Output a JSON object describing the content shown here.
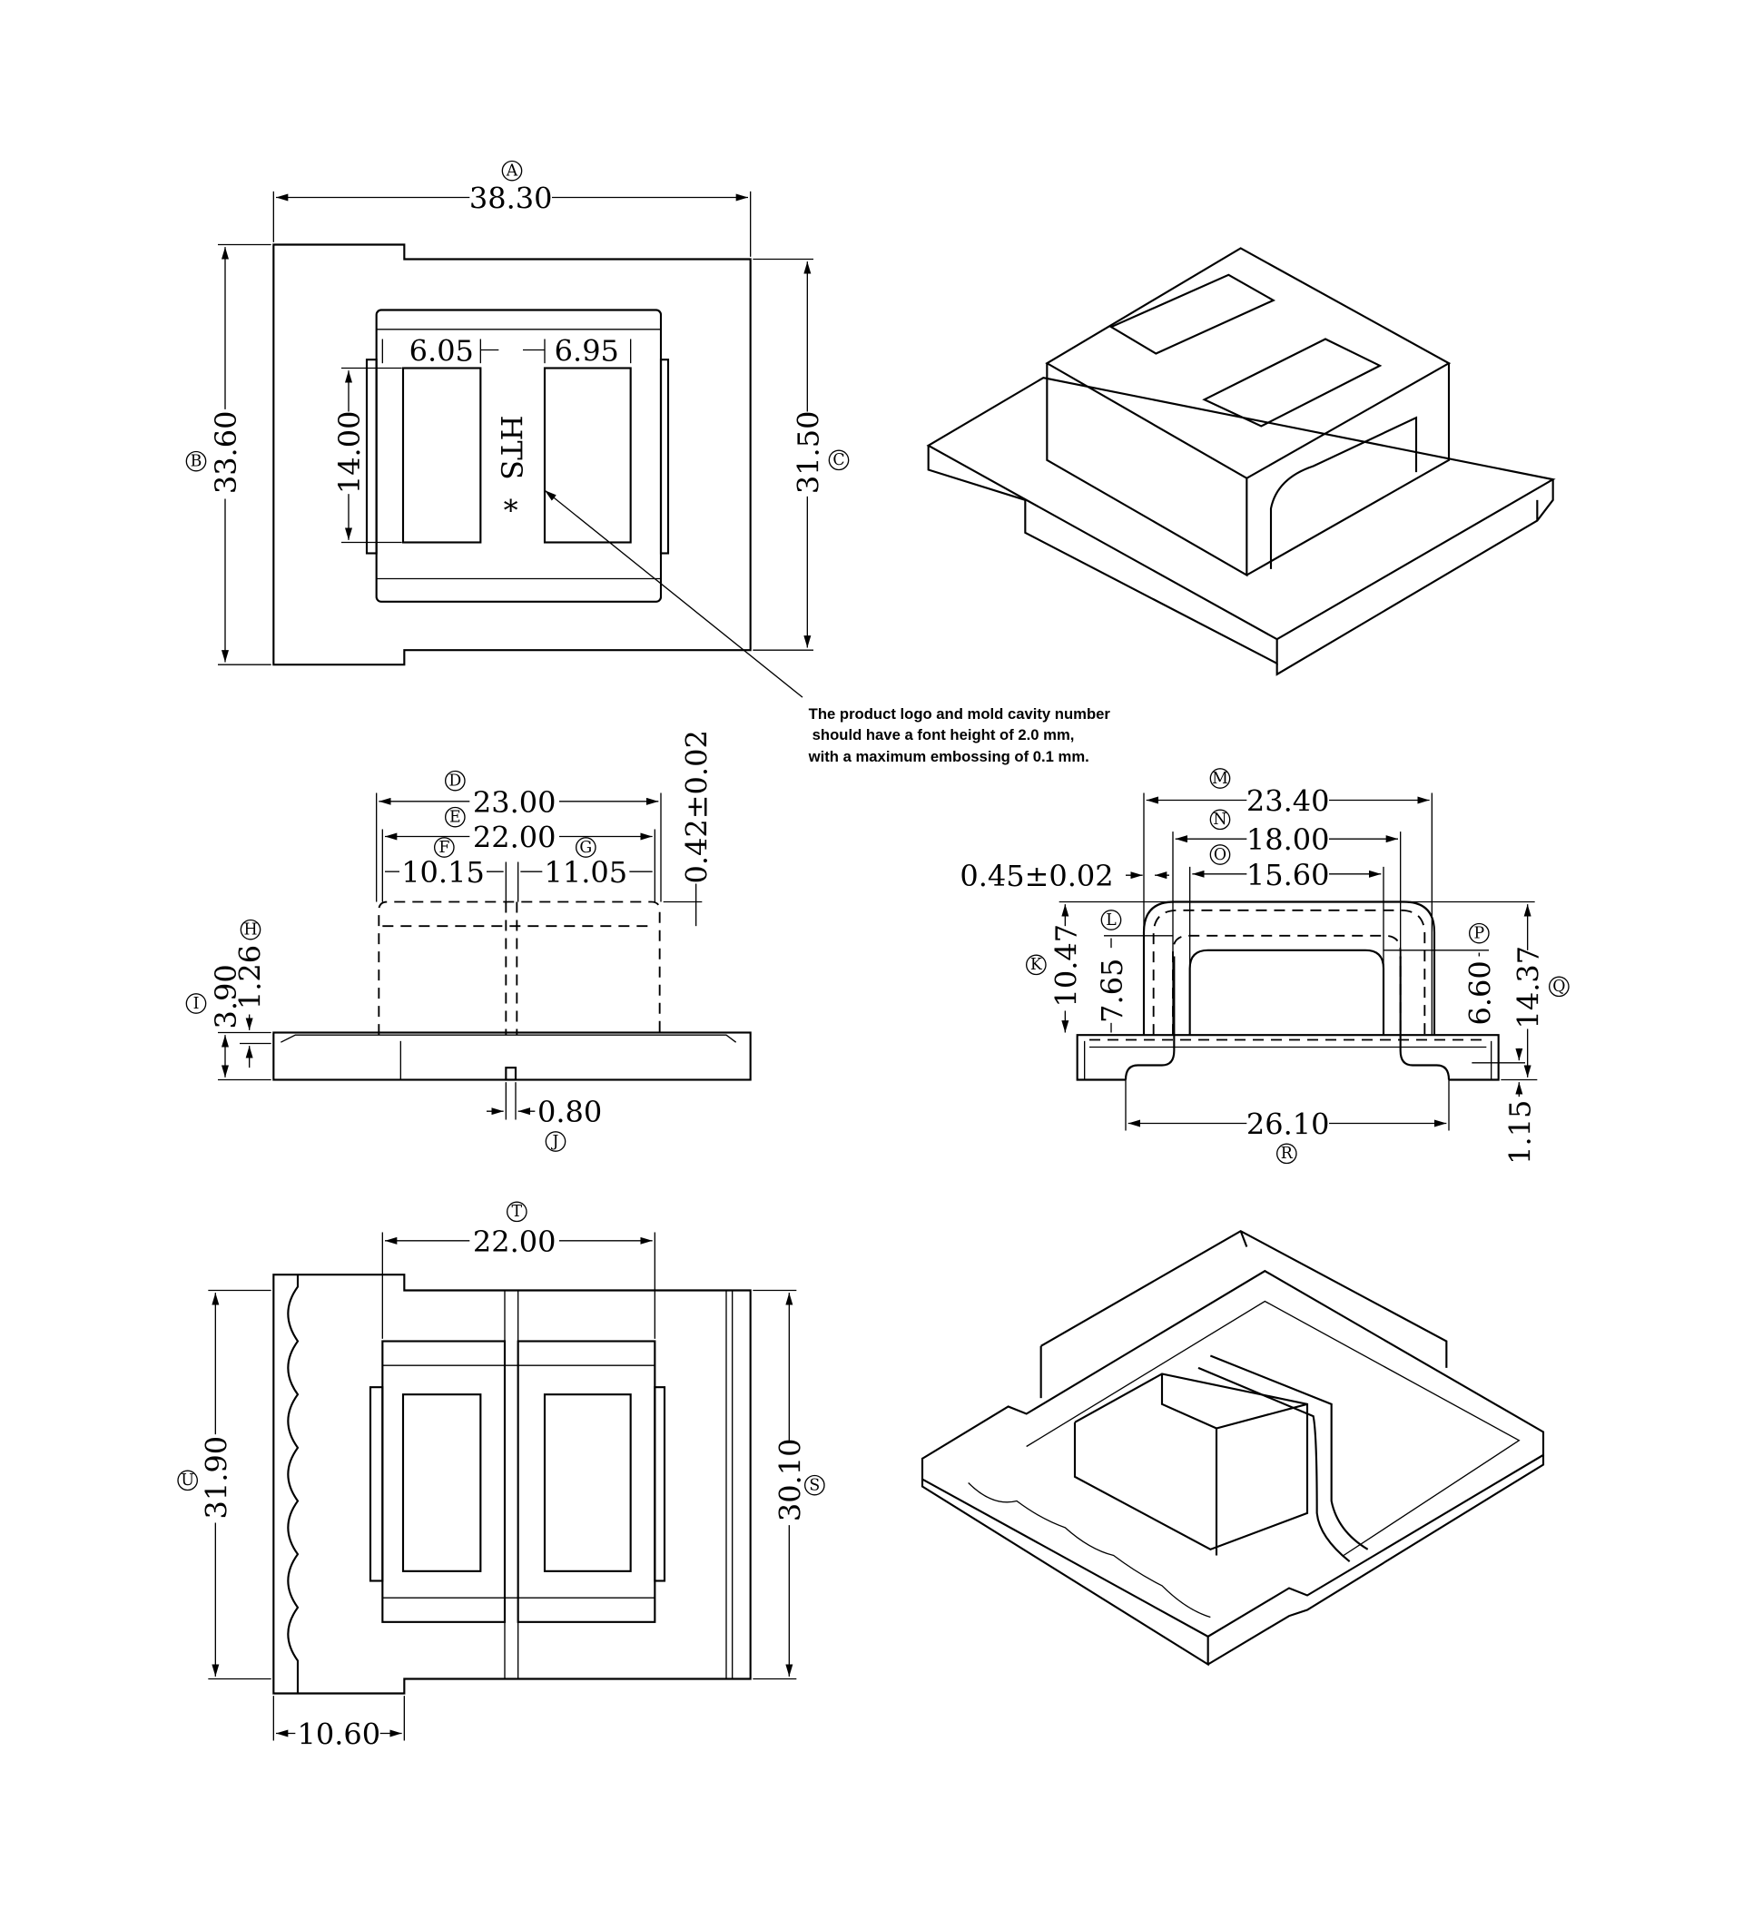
{
  "note": {
    "line1": "The product logo and mold cavity number",
    "line2": "should have a font height of 2.0 mm,",
    "line3": "with a maximum embossing of 0.1 mm."
  },
  "logo": {
    "text": "HTS",
    "cavity_mark": "*"
  },
  "top_view": {
    "A": {
      "label": "A",
      "value": "38.30"
    },
    "B": {
      "label": "B",
      "value": "33.60"
    },
    "C": {
      "label": "C",
      "value": "31.50"
    },
    "height_window": "14.00",
    "window_left": "6.05",
    "window_right": "6.95"
  },
  "front_view": {
    "D": {
      "label": "D",
      "value": "23.00"
    },
    "E": {
      "label": "E",
      "value": "22.00"
    },
    "F": {
      "label": "F",
      "value": "10.15"
    },
    "G": {
      "label": "G",
      "value": "11.05"
    },
    "H": {
      "label": "H",
      "value": "1.26"
    },
    "I": {
      "label": "I",
      "value": "3.90"
    },
    "J": {
      "label": "J",
      "value": "0.80"
    },
    "tolerance": "0.42±0.02"
  },
  "side_view": {
    "M": {
      "label": "M",
      "value": "23.40"
    },
    "N": {
      "label": "N",
      "value": "18.00"
    },
    "O": {
      "label": "O",
      "value": "15.60"
    },
    "K": {
      "label": "K",
      "value": "10.47"
    },
    "L": {
      "label": "L",
      "value": "7.65"
    },
    "P": {
      "label": "P",
      "value": "6.60"
    },
    "Q": {
      "label": "Q",
      "value": "14.37"
    },
    "R": {
      "label": "R",
      "value": "26.10"
    },
    "thickness": "1.15",
    "tolerance": "0.45±0.02"
  },
  "bottom_view": {
    "T": {
      "label": "T",
      "value": "22.00"
    },
    "U": {
      "label": "U",
      "value": "31.90"
    },
    "S": {
      "label": "S",
      "value": "30.10"
    },
    "offset": "10.60"
  }
}
